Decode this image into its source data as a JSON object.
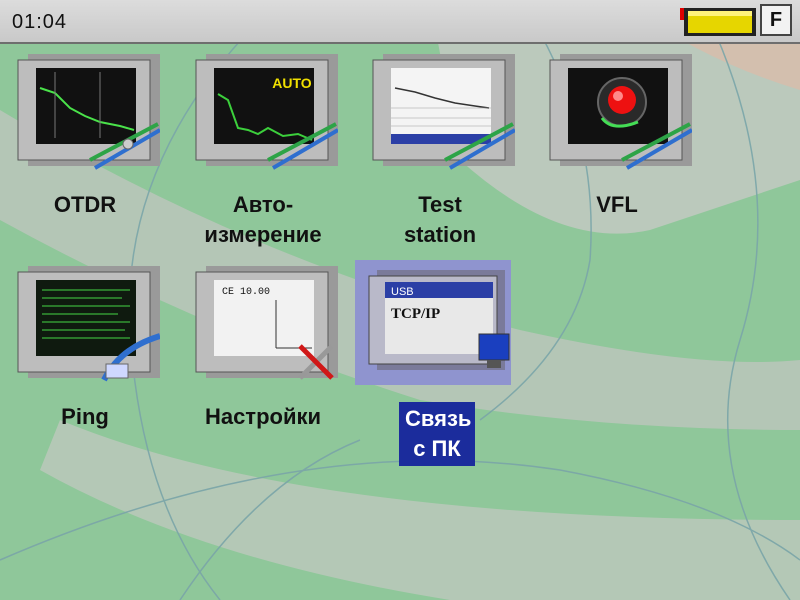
{
  "status_bar": {
    "time": "01:04",
    "f_key_label": "F",
    "battery_color": "#e6d600"
  },
  "menu": {
    "items": [
      {
        "id": "otdr",
        "label": "OTDR"
      },
      {
        "id": "auto",
        "label_line1": "Авто-",
        "label_line2": "измерение",
        "screen_text": "AUTO"
      },
      {
        "id": "test_station",
        "label_line1": "Test",
        "label_line2": "station"
      },
      {
        "id": "vfl",
        "label": "VFL"
      },
      {
        "id": "ping",
        "label": "Ping"
      },
      {
        "id": "settings",
        "label": "Настройки",
        "screen_text": "CE 10.00"
      },
      {
        "id": "pc_link",
        "label_line1": "Связь",
        "label_line2": "с ПК",
        "screen_line1": "USB",
        "screen_line2": "TCP/IP",
        "selected": true
      }
    ]
  },
  "colors": {
    "background": "#8fc79a",
    "selection_bg": "#1b2c9c",
    "selection_tile": "#8f94cf"
  }
}
